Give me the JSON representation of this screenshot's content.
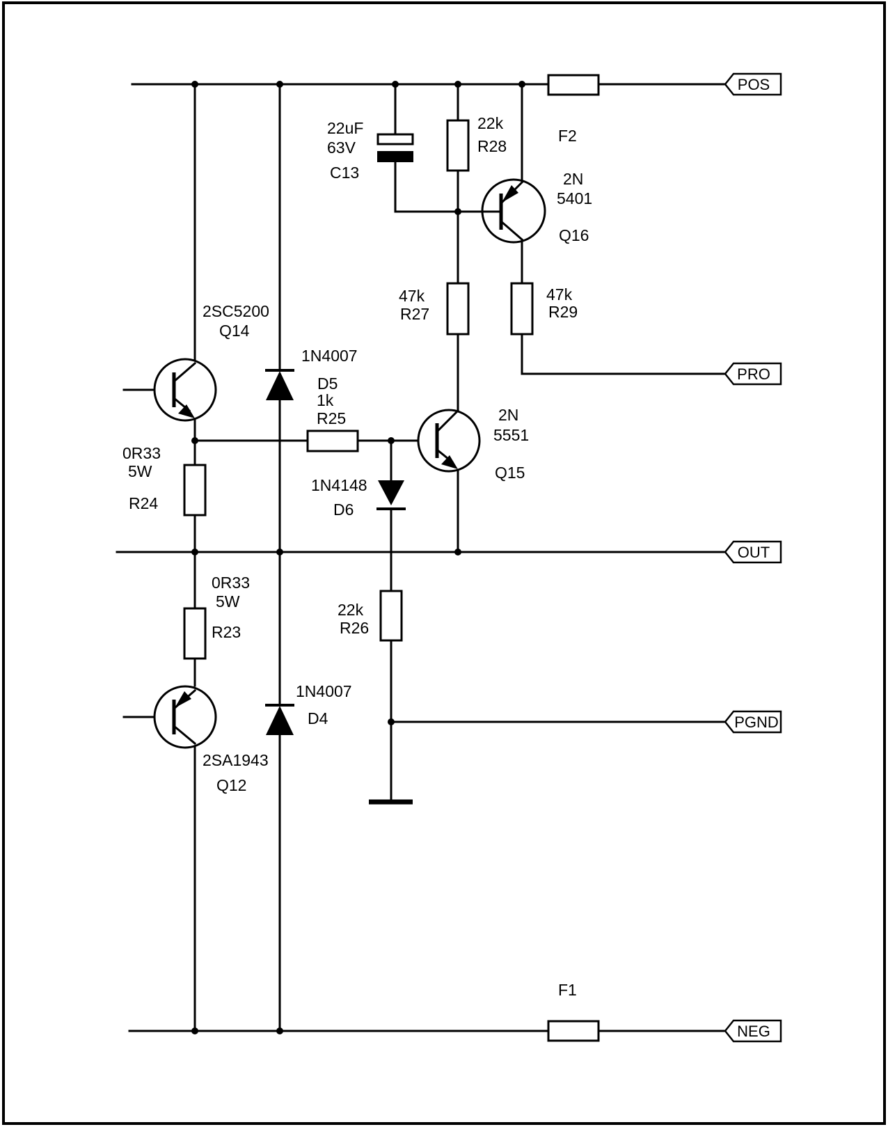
{
  "ports": {
    "pos": "POS",
    "pro": "PRO",
    "out": "OUT",
    "pgnd": "PGND",
    "neg": "NEG"
  },
  "components": {
    "c13": {
      "value": "22uF",
      "voltage": "63V",
      "ref": "C13"
    },
    "r28": {
      "value": "22k",
      "ref": "R28"
    },
    "f2": {
      "ref": "F2"
    },
    "q16": {
      "part_a": "2N",
      "part_b": "5401",
      "ref": "Q16"
    },
    "r27": {
      "value": "47k",
      "ref": "R27"
    },
    "r29": {
      "value": "47k",
      "ref": "R29"
    },
    "q14": {
      "part": "2SC5200",
      "ref": "Q14"
    },
    "d5": {
      "part": "1N4007",
      "ref": "D5"
    },
    "r25": {
      "value": "1k",
      "ref": "R25"
    },
    "q15": {
      "part_a": "2N",
      "part_b": "5551",
      "ref": "Q15"
    },
    "r24": {
      "value": "0R33",
      "power": "5W",
      "ref": "R24"
    },
    "d6": {
      "part": "1N4148",
      "ref": "D6"
    },
    "r23": {
      "value": "0R33",
      "power": "5W",
      "ref": "R23"
    },
    "r26": {
      "value": "22k",
      "ref": "R26"
    },
    "d4": {
      "part": "1N4007",
      "ref": "D4"
    },
    "q12": {
      "part": "2SA1943",
      "ref": "Q12"
    },
    "f1": {
      "ref": "F1"
    }
  }
}
